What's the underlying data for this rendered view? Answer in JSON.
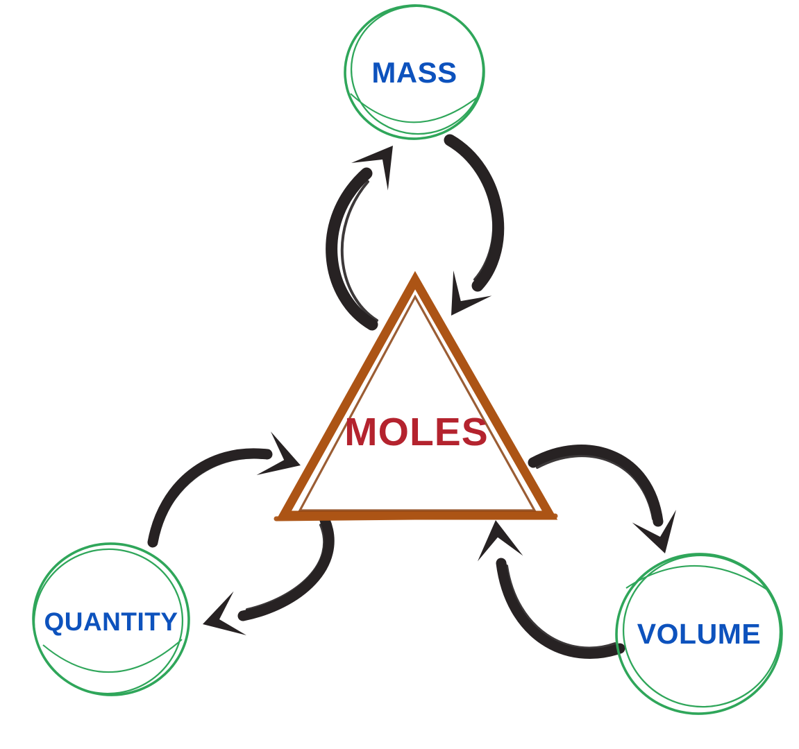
{
  "colors": {
    "background": "#ffffff",
    "ring-green": "#2fa65a",
    "label-blue": "#0d52bd",
    "center-red": "#b4232e",
    "triangle-orange": "#ac5415",
    "triangle-orange-dark": "#8a4110",
    "arrow-dark": "#272223"
  },
  "diagram": {
    "center": {
      "label": "MOLES",
      "shape": "triangle"
    },
    "nodes": [
      {
        "id": "mass",
        "label": "MASS",
        "shape": "circle",
        "position": "top"
      },
      {
        "id": "quantity",
        "label": "QUANTITY",
        "shape": "circle",
        "position": "bottom-left"
      },
      {
        "id": "volume",
        "label": "VOLUME",
        "shape": "circle",
        "position": "bottom-right"
      }
    ],
    "arrows": [
      {
        "from": "moles",
        "to": "mass"
      },
      {
        "from": "mass",
        "to": "moles"
      },
      {
        "from": "quantity",
        "to": "moles"
      },
      {
        "from": "moles",
        "to": "quantity"
      },
      {
        "from": "moles",
        "to": "volume"
      },
      {
        "from": "volume",
        "to": "moles"
      }
    ]
  }
}
